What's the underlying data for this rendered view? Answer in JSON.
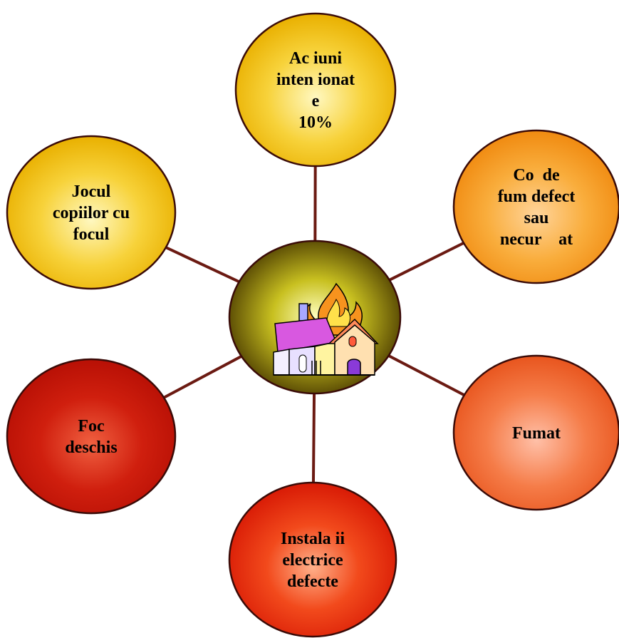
{
  "colors": {
    "connector": "#6b1a12",
    "yellow": "#f2c414",
    "orange": "#f7a020",
    "red_orange": "#f06030",
    "red": "#cc1a0a",
    "center": "#7a7a00"
  },
  "center": {
    "icon": "burning-house-icon"
  },
  "nodes": [
    {
      "id": "intentional-actions",
      "lines": [
        "Ac iuni",
        "inten ionat",
        "e",
        "10%"
      ],
      "fill": "yellow"
    },
    {
      "id": "chimney-defect",
      "lines": [
        "Co  de",
        "fum defect",
        "sau",
        "necur    at"
      ],
      "fill": "orange"
    },
    {
      "id": "smoking",
      "lines": [
        "Fumat"
      ],
      "fill": "red_orange"
    },
    {
      "id": "electrical-installations",
      "lines": [
        "Instala ii",
        "electrice",
        "defecte"
      ],
      "fill": "red_deep"
    },
    {
      "id": "open-fire",
      "lines": [
        "Foc",
        "deschis"
      ],
      "fill": "red"
    },
    {
      "id": "children-playing",
      "lines": [
        "Jocul",
        "copiilor cu",
        "focul"
      ],
      "fill": "yellow"
    }
  ]
}
